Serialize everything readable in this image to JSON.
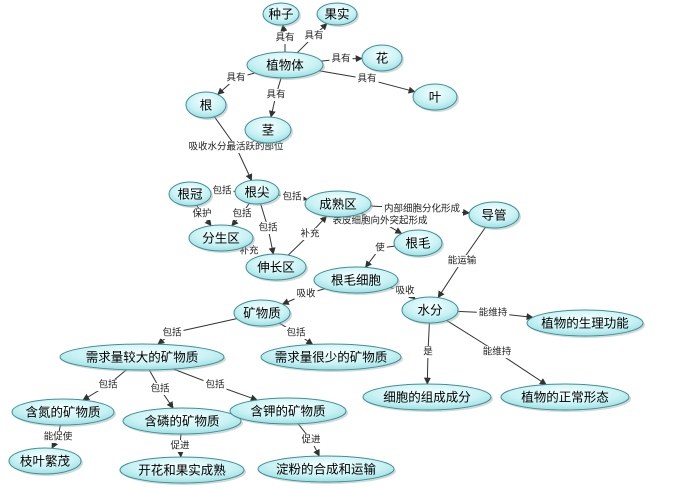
{
  "nodes": [
    {
      "id": "zhongzi",
      "label": "种子"
    },
    {
      "id": "guoshi",
      "label": "果实"
    },
    {
      "id": "zhiwuti",
      "label": "植物体"
    },
    {
      "id": "hua",
      "label": "花"
    },
    {
      "id": "gen",
      "label": "根"
    },
    {
      "id": "ye",
      "label": "叶"
    },
    {
      "id": "jing",
      "label": "茎"
    },
    {
      "id": "genguan",
      "label": "根冠"
    },
    {
      "id": "genjian",
      "label": "根尖"
    },
    {
      "id": "chengshuqu",
      "label": "成熟区"
    },
    {
      "id": "daoguan",
      "label": "导管"
    },
    {
      "id": "fenshengqu",
      "label": "分生区"
    },
    {
      "id": "genmao",
      "label": "根毛"
    },
    {
      "id": "shenzhangqu",
      "label": "伸长区"
    },
    {
      "id": "genmaoxibao",
      "label": "根毛细胞"
    },
    {
      "id": "kuangwuzhi",
      "label": "矿物质"
    },
    {
      "id": "shuifen",
      "label": "水分"
    },
    {
      "id": "shenglign",
      "label": "植物的生理功能"
    },
    {
      "id": "daliang",
      "label": "需求量较大的矿物质"
    },
    {
      "id": "henshao",
      "label": "需求量很少的矿物质"
    },
    {
      "id": "zuchengchengfen",
      "label": "细胞的组成成分"
    },
    {
      "id": "zhengchangxingtai",
      "label": "植物的正常形态"
    },
    {
      "id": "handan",
      "label": "含氮的矿物质"
    },
    {
      "id": "hanlin",
      "label": "含磷的矿物质"
    },
    {
      "id": "hanjia",
      "label": "含钾的矿物质"
    },
    {
      "id": "zhiye",
      "label": "枝叶繁茂"
    },
    {
      "id": "kaihua",
      "label": "开花和果实成熟"
    },
    {
      "id": "dianfen",
      "label": "淀粉的合成和运输"
    }
  ],
  "edges": [
    {
      "from": "zhiwuti",
      "to": "zhongzi",
      "label": "具有"
    },
    {
      "from": "zhiwuti",
      "to": "guoshi",
      "label": "具有"
    },
    {
      "from": "zhiwuti",
      "to": "hua",
      "label": "具有"
    },
    {
      "from": "zhiwuti",
      "to": "gen",
      "label": "具有"
    },
    {
      "from": "zhiwuti",
      "to": "ye",
      "label": "具有"
    },
    {
      "from": "zhiwuti",
      "to": "jing",
      "label": "具有"
    },
    {
      "from": "gen",
      "to": "genjian",
      "label": "吸收水分最活跃的部位"
    },
    {
      "from": "genjian",
      "to": "genguan",
      "label": "包括"
    },
    {
      "from": "genjian",
      "to": "fenshengqu",
      "label": "包括"
    },
    {
      "from": "genjian",
      "to": "shenzhangqu",
      "label": "包括"
    },
    {
      "from": "genjian",
      "to": "chengshuqu",
      "label": "包括"
    },
    {
      "from": "genguan",
      "to": "fenshengqu",
      "label": "保护"
    },
    {
      "from": "fenshengqu",
      "to": "shenzhangqu",
      "label": "补充"
    },
    {
      "from": "shenzhangqu",
      "to": "chengshuqu",
      "label": "补充"
    },
    {
      "from": "chengshuqu",
      "to": "daoguan",
      "label": "内部细胞分化形成"
    },
    {
      "from": "chengshuqu",
      "to": "genmao",
      "label": "表皮细胞向外突起形成"
    },
    {
      "from": "genmao",
      "to": "genmaoxibao",
      "label": "使"
    },
    {
      "from": "daoguan",
      "to": "shuifen",
      "label": "能运输"
    },
    {
      "from": "genmaoxibao",
      "to": "kuangwuzhi",
      "label": "吸收"
    },
    {
      "from": "genmaoxibao",
      "to": "shuifen",
      "label": "吸收"
    },
    {
      "from": "shuifen",
      "to": "shenglign",
      "label": "能维持"
    },
    {
      "from": "shuifen",
      "to": "zuchengchengfen",
      "label": "是"
    },
    {
      "from": "shuifen",
      "to": "zhengchangxingtai",
      "label": "能维持"
    },
    {
      "from": "kuangwuzhi",
      "to": "daliang",
      "label": "包括"
    },
    {
      "from": "kuangwuzhi",
      "to": "henshao",
      "label": "包括"
    },
    {
      "from": "daliang",
      "to": "handan",
      "label": "包括"
    },
    {
      "from": "daliang",
      "to": "hanlin",
      "label": "包括"
    },
    {
      "from": "daliang",
      "to": "hanjia",
      "label": "包括"
    },
    {
      "from": "handan",
      "to": "zhiye",
      "label": "能促使"
    },
    {
      "from": "hanlin",
      "to": "kaihua",
      "label": "促进"
    },
    {
      "from": "hanjia",
      "to": "dianfen",
      "label": "促进"
    }
  ],
  "colors": {
    "node_fill_light": "#e8ffff",
    "node_fill_dark": "#a6e4e8",
    "node_stroke": "#3e8e95",
    "edge": "#333333"
  }
}
